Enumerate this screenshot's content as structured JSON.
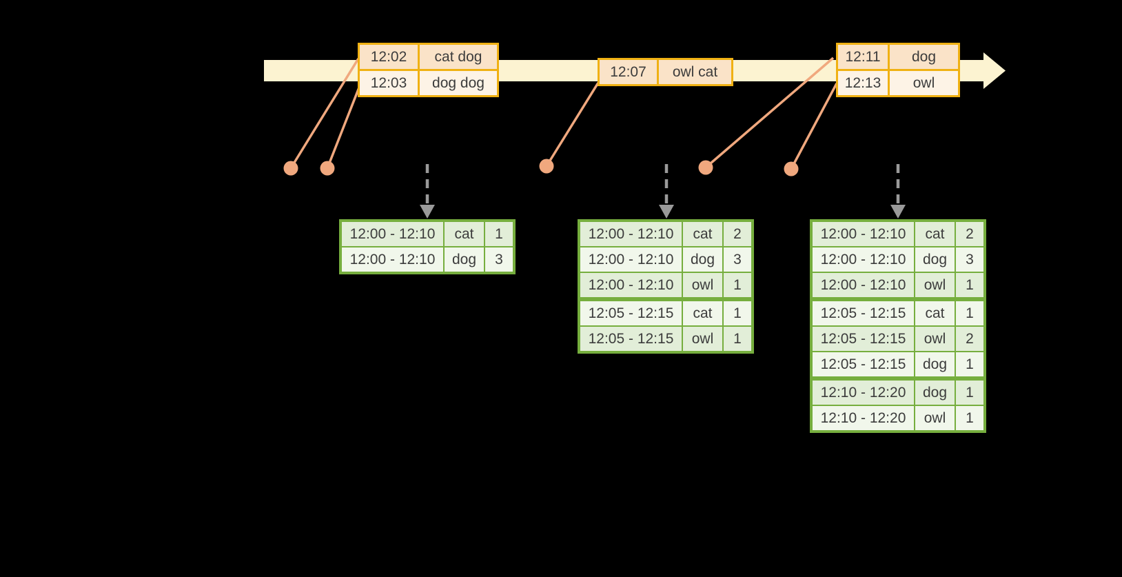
{
  "colors": {
    "timeline_fill": "#FCF3D1",
    "event_border": "#F0B113",
    "event_row_dark": "#FAE3C8",
    "event_row_light": "#FDF3E6",
    "marker": "#F0A87E",
    "trigger_arrow": "#9A9A9A",
    "result_border": "#76AE3E",
    "result_row_dark": "#E2EED8",
    "result_row_light": "#F1F7EB",
    "text": "#3C3C3C"
  },
  "event_tables": [
    {
      "rows": [
        {
          "time": "12:02",
          "words": "cat dog"
        },
        {
          "time": "12:03",
          "words": "dog dog"
        }
      ]
    },
    {
      "rows": [
        {
          "time": "12:07",
          "words": "owl cat"
        }
      ]
    },
    {
      "rows": [
        {
          "time": "12:11",
          "words": "dog"
        },
        {
          "time": "12:13",
          "words": "owl"
        }
      ]
    }
  ],
  "result_tables": [
    {
      "rows": [
        {
          "window": "12:00 - 12:10",
          "word": "cat",
          "count": "1"
        },
        {
          "window": "12:00 - 12:10",
          "word": "dog",
          "count": "3"
        }
      ]
    },
    {
      "rows": [
        {
          "window": "12:00 - 12:10",
          "word": "cat",
          "count": "2"
        },
        {
          "window": "12:00 - 12:10",
          "word": "dog",
          "count": "3"
        },
        {
          "window": "12:00 - 12:10",
          "word": "owl",
          "count": "1"
        },
        {
          "window": "12:05 - 12:15",
          "word": "cat",
          "count": "1"
        },
        {
          "window": "12:05 - 12:15",
          "word": "owl",
          "count": "1"
        }
      ]
    },
    {
      "rows": [
        {
          "window": "12:00 - 12:10",
          "word": "cat",
          "count": "2"
        },
        {
          "window": "12:00 - 12:10",
          "word": "dog",
          "count": "3"
        },
        {
          "window": "12:00 - 12:10",
          "word": "owl",
          "count": "1"
        },
        {
          "window": "12:05 - 12:15",
          "word": "cat",
          "count": "1"
        },
        {
          "window": "12:05 - 12:15",
          "word": "owl",
          "count": "2"
        },
        {
          "window": "12:05 - 12:15",
          "word": "dog",
          "count": "1"
        },
        {
          "window": "12:10 - 12:20",
          "word": "dog",
          "count": "1"
        },
        {
          "window": "12:10 - 12:20",
          "word": "owl",
          "count": "1"
        }
      ]
    }
  ]
}
